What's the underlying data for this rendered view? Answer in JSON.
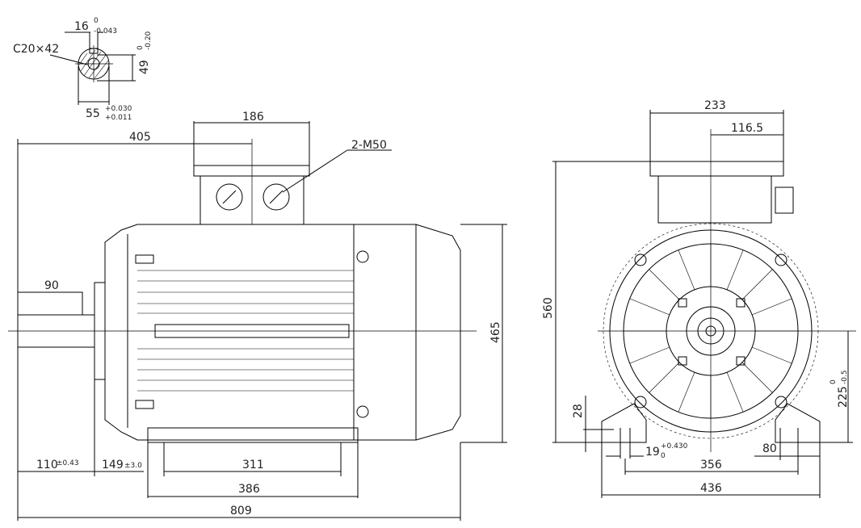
{
  "shaft_section": {
    "key_width": "16",
    "key_width_tol_upper": "0",
    "key_width_tol_lower": "-0.043",
    "center_hole": "C20×42",
    "key_depth": "49",
    "key_depth_tol_upper": "0",
    "key_depth_tol_lower": "-0.20",
    "shaft_diameter": "55",
    "shaft_diameter_tol_upper": "+0.030",
    "shaft_diameter_tol_lower": "+0.011"
  },
  "side_view": {
    "terminal_offset": "405",
    "terminal_box_width": "186",
    "cable_entry": "2-M50",
    "key_length": "90",
    "overall_height": "465",
    "shaft_length": "110",
    "shaft_length_tol": "±0.43",
    "shoulder_to_hole": "149",
    "shoulder_to_hole_tol": "±3.0",
    "foot_hole_spacing": "311",
    "foot_length": "386",
    "overall_length": "809"
  },
  "front_view": {
    "terminal_box_width": "233",
    "terminal_box_half": "116.5",
    "overall_height": "560",
    "shaft_height": "225",
    "shaft_height_tol_upper": "0",
    "shaft_height_tol_lower": "-0.5",
    "foot_thickness": "28",
    "foot_hole": "19",
    "foot_hole_tol_upper": "+0.430",
    "foot_hole_tol_lower": "0",
    "foot_width": "80",
    "foot_hole_spacing": "356",
    "overall_width": "436"
  }
}
